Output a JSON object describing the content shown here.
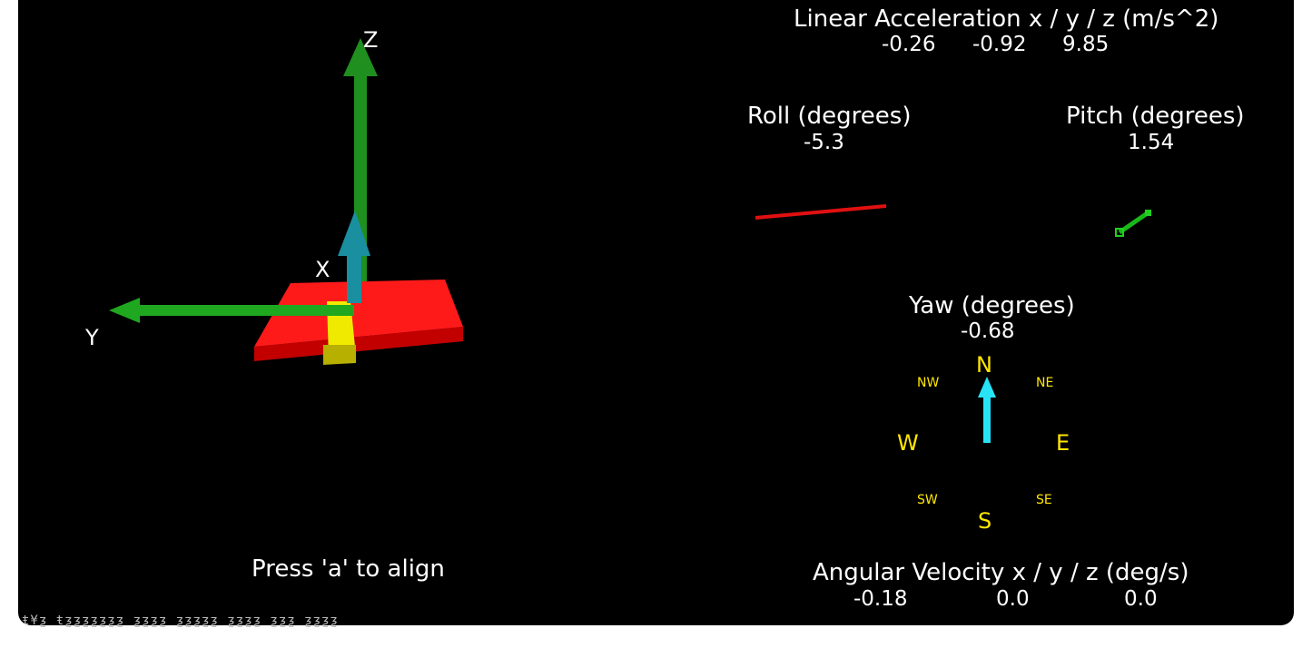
{
  "left_panel": {
    "axes": {
      "x": "X",
      "y": "Y",
      "z": "Z"
    },
    "hint": "Press 'a' to align"
  },
  "linear_acceleration": {
    "title": "Linear Acceleration x / y / z (m/s^2)",
    "x": "-0.26",
    "y": "-0.92",
    "z": "9.85"
  },
  "roll": {
    "title": "Roll (degrees)",
    "value": "-5.3"
  },
  "pitch": {
    "title": "Pitch (degrees)",
    "value": "1.54"
  },
  "yaw": {
    "title": "Yaw (degrees)",
    "value": "-0.68",
    "compass": {
      "n": "N",
      "s": "S",
      "e": "E",
      "w": "W",
      "ne": "NE",
      "nw": "NW",
      "se": "SE",
      "sw": "SW"
    }
  },
  "angular_velocity": {
    "title": "Angular Velocity x / y / z (deg/s)",
    "x": "-0.18",
    "y": "0.0",
    "z": "0.0"
  },
  "colors": {
    "background": "#000000",
    "board": "#ff1a1a",
    "x_arrow": "#1a8fa0",
    "y_arrow": "#1fa81f",
    "z_arrow": "#1f8f1f",
    "heading_arrow": "#27e3f5",
    "compass_text": "#ffe600"
  },
  "footer_ghost_text": "ŧ¥ƺ ŧƺƺƺƺƺƺƺ ƺƺƺƺ ƺƺƺƺƺ ƺƺƺƺ ƺƺƺ ƺƺƺƺ"
}
